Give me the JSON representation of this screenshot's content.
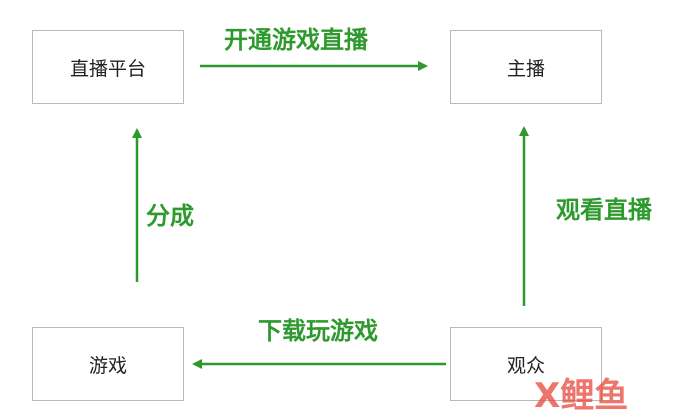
{
  "nodes": {
    "platform": "直播平台",
    "streamer": "主播",
    "game": "游戏",
    "viewer": "观众"
  },
  "edges": {
    "open_stream": "开通游戏直播",
    "revenue_share": "分成",
    "watch_stream": "观看直播",
    "download_game": "下载玩游戏"
  },
  "watermark": {
    "text": "X鲤鱼",
    "colors": [
      "#e8473a",
      "#e04b8e",
      "#e8473a"
    ]
  },
  "colors": {
    "arrow": "#2e9a2e",
    "node_border": "#b9b9b9"
  }
}
